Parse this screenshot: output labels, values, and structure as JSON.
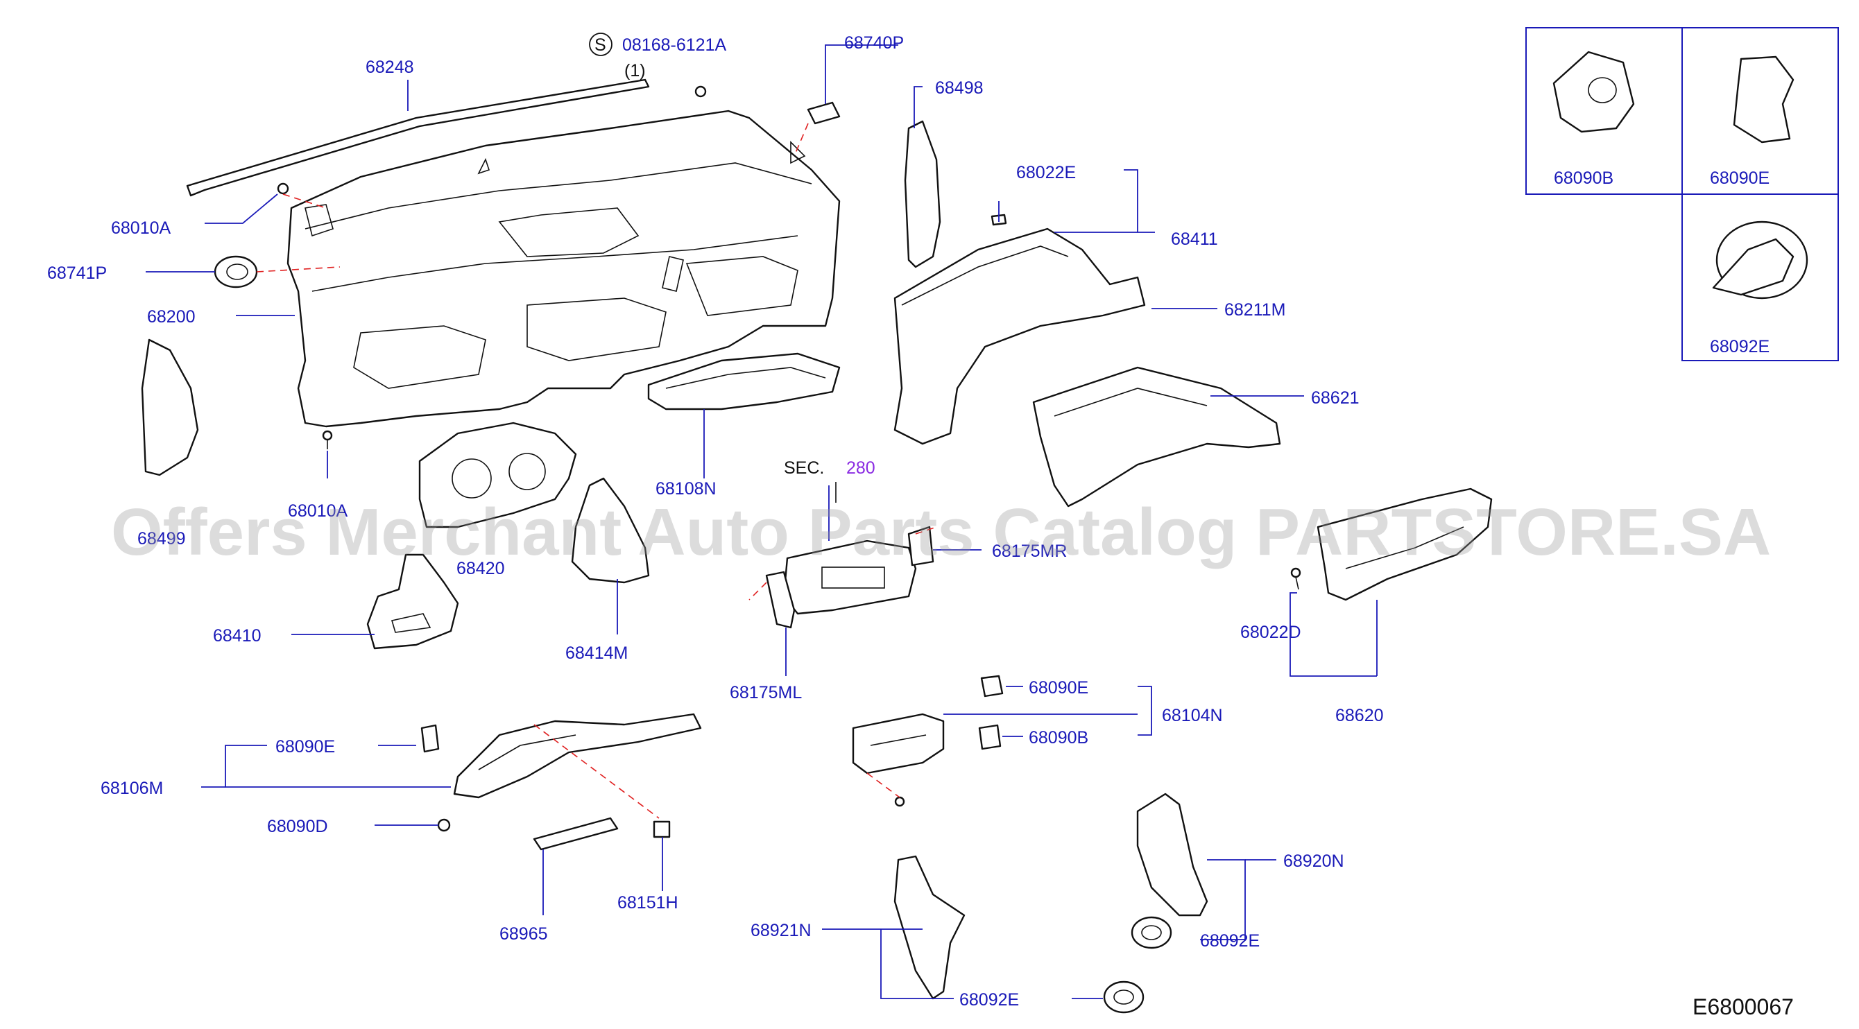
{
  "diagram": {
    "code": "E6800067",
    "watermark": "Offers Merchant Auto Parts Catalog PARTSTORE.SA",
    "sec_label": "SEC.",
    "sec_number": "280",
    "s_circle": "S",
    "s_part": "08168-6121A",
    "s_qty": "(1)",
    "labels": {
      "p68248": "68248",
      "p68740P": "68740P",
      "p68498": "68498",
      "p68010A_top": "68010A",
      "p68741P": "68741P",
      "p68200": "68200",
      "p68022E": "68022E",
      "p68411": "68411",
      "p68211M": "68211M",
      "p68621": "68621",
      "p68010A_bottom": "68010A",
      "p68499": "68499",
      "p68108N": "68108N",
      "p68420": "68420",
      "p68175MR": "68175MR",
      "p68410": "68410",
      "p68414M": "68414M",
      "p68175ML": "68175ML",
      "p68022D": "68022D",
      "p68620": "68620",
      "p68090E_mid": "68090E",
      "p68104N": "68104N",
      "p68090B_mid": "68090B",
      "p68090E_left": "68090E",
      "p68106M": "68106M",
      "p68090D": "68090D",
      "p68965": "68965",
      "p68151H": "68151H",
      "p68920N": "68920N",
      "p68092E_right": "68092E",
      "p68921N": "68921N",
      "p68092E_bottom": "68092E"
    },
    "inset": {
      "b": "68090B",
      "e": "68090E",
      "e2": "68092E"
    }
  }
}
